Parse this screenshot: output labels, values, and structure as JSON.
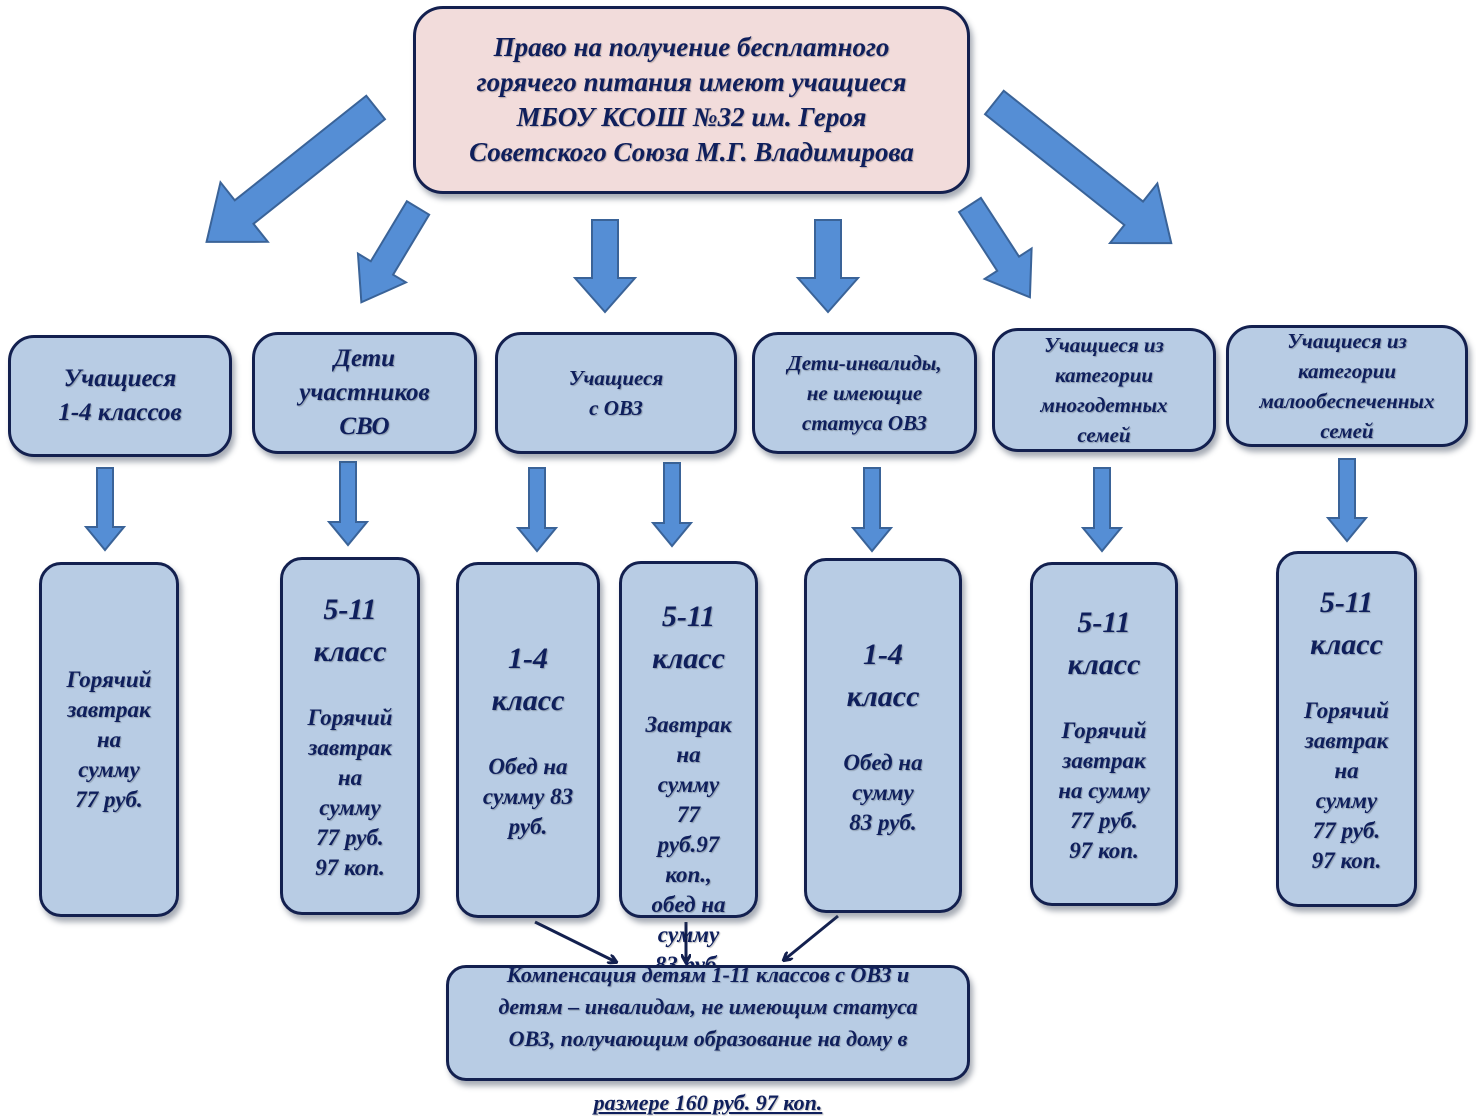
{
  "colors": {
    "root_fill": "#f2dcdb",
    "box_fill": "#b8cce4",
    "border": "#13204f",
    "text": "#0f1f5c",
    "arrow_fill": "#558ed5",
    "arrow_stroke": "#3a6398",
    "thin_arrow": "#13204f"
  },
  "root": {
    "text": "Право на получение бесплатного\nгорячего питания имеют учащиеся\nМБОУ КСОШ №32 им. Героя\nСоветского Союза М.Г. Владимирова"
  },
  "categories": [
    {
      "text": "Учащиеся\n1-4 классов"
    },
    {
      "text": "Дети\nучастников\nСВО"
    },
    {
      "text": "Учащиеся\nс ОВЗ"
    },
    {
      "text": "Дети-инвалиды,\nне имеющие\nстатуса ОВЗ"
    },
    {
      "text": "Учащиеся из\nкатегории\nмногодетных\nсемей"
    },
    {
      "text": "Учащиеся из\nкатегории\nмалообеспеченных\nсемей"
    }
  ],
  "leaves": [
    {
      "heading": "",
      "text": "Горячий\nзавтрак\nна\nсумму\n77 руб."
    },
    {
      "heading": "5-11\nкласс",
      "text": "Горячий\nзавтрак\nна\nсумму\n77 руб.\n97 коп."
    },
    {
      "heading": "1-4\nкласс",
      "text": "Обед на\nсумму 83\nруб."
    },
    {
      "heading": "5-11\nкласс",
      "text": "Завтрак\nна\nсумму\n77\nруб.97\nкоп.,\nобед на\nсумму\n83 руб."
    },
    {
      "heading": "1-4\nкласс",
      "text": "Обед на\nсумму\n83 руб."
    },
    {
      "heading": "5-11\nкласс",
      "text": "Горячий\nзавтрак\nна сумму\n77 руб.\n97 коп."
    },
    {
      "heading": "5-11\nкласс",
      "text": "Горячий\nзавтрак\nна\nсумму\n77 руб.\n97 коп."
    }
  ],
  "compensation": {
    "text": "Компенсация детям 1-11 классов с ОВЗ и\nдетям – инвалидам, не имеющим статуса\nОВЗ, получающим образование на дому в",
    "amount_line": "размере 160 руб. 97 коп."
  }
}
